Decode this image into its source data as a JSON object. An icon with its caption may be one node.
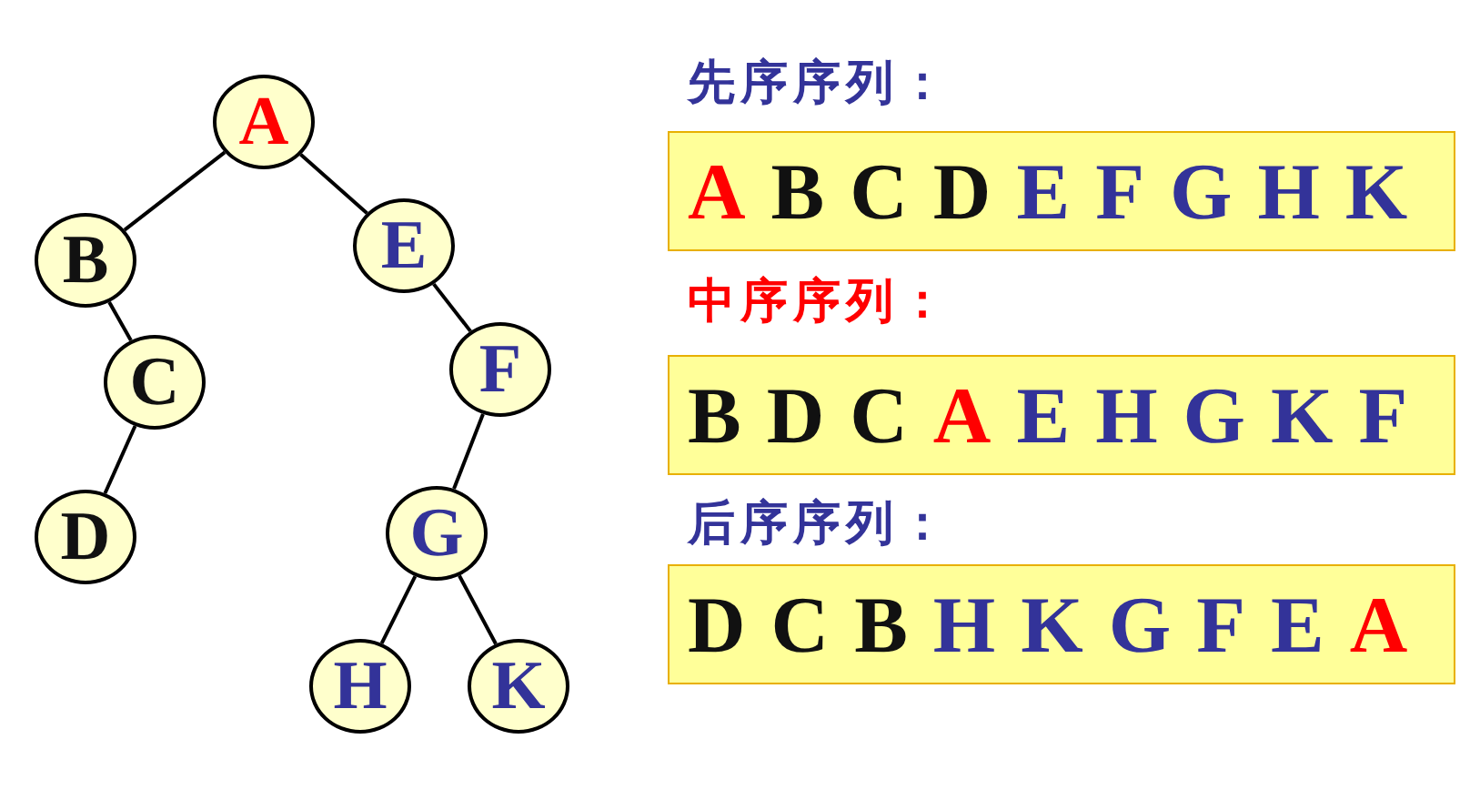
{
  "diagram": {
    "nodes": [
      {
        "text": [
          "A"
        ]
      },
      {
        "text": [
          "B"
        ]
      },
      {
        "text": [
          "E"
        ]
      },
      {
        "text": [
          "C"
        ]
      },
      {
        "text": [
          "F"
        ]
      },
      {
        "text": [
          "D"
        ]
      },
      {
        "text": [
          "G"
        ]
      },
      {
        "text": [
          "H"
        ]
      },
      {
        "text": [
          "K"
        ]
      },
      {
        "text": [
          "先序序列：",
          "A B C D E F G H K"
        ]
      },
      {
        "text": [
          "中序序列：",
          "B D C A E H G K F"
        ]
      },
      {
        "text": [
          "后序序列：",
          "D C B H K G F E A"
        ]
      }
    ],
    "edges": [
      {
        "from": 0,
        "to": 1,
        "arrow": "none"
      },
      {
        "from": 0,
        "to": 2,
        "arrow": "none"
      },
      {
        "from": 1,
        "to": 3,
        "arrow": "none"
      },
      {
        "from": 3,
        "to": 5,
        "arrow": "none"
      },
      {
        "from": 2,
        "to": 4,
        "arrow": "none"
      },
      {
        "from": 4,
        "to": 6,
        "arrow": "none"
      },
      {
        "from": 6,
        "to": 7,
        "arrow": "none"
      },
      {
        "from": 6,
        "to": 8,
        "arrow": "none"
      }
    ]
  }
}
